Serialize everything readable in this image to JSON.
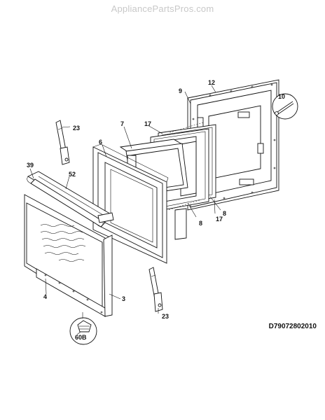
{
  "watermark": "AppliancePartsPros.com",
  "diagram_code": "D79072802010",
  "part_labels": {
    "p9": "9",
    "p12": "12",
    "p10": "10",
    "p23_top": "23",
    "p7": "7",
    "p17_top": "17",
    "p6": "6",
    "p39": "39",
    "p52": "52",
    "p8_right": "8",
    "p8_bottom": "8",
    "p17_bottom": "17",
    "p4": "4",
    "p3": "3",
    "p23_bottom": "23",
    "p60B": "60B"
  }
}
